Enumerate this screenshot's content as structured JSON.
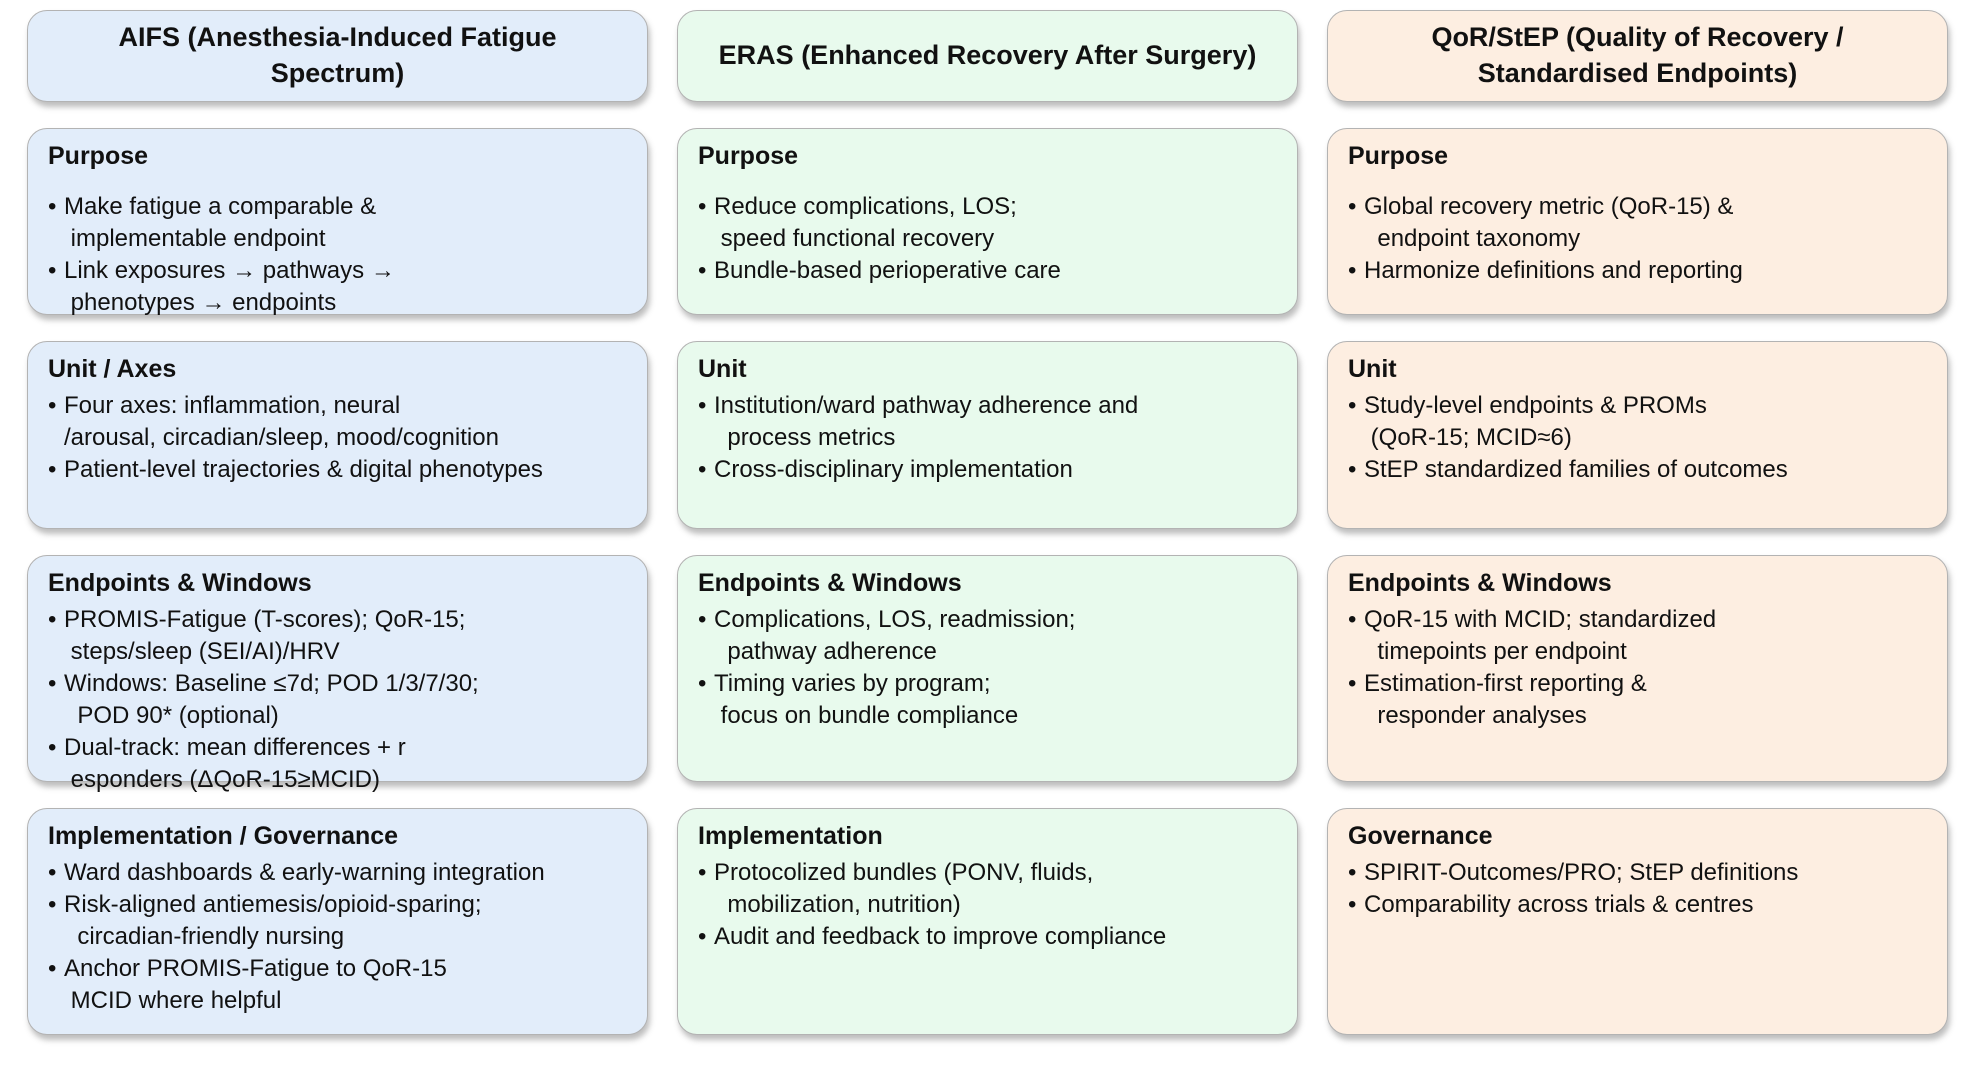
{
  "bullet_char": "•",
  "palette": {
    "aifs_fill": "#e2edfa",
    "eras_fill": "#e8faed",
    "qor_fill": "#fdeee1",
    "card_border": "#b3b3b3",
    "text": "#111111",
    "page_background": "#ffffff"
  },
  "columns": [
    {
      "id": "aifs",
      "header": "AIFS (Anesthesia-Induced Fatigue\nSpectrum)",
      "sections": [
        {
          "title": "Purpose",
          "bullets": [
            "Make fatigue a comparable &\n implementable endpoint",
            "Link exposures → pathways →\n phenotypes → endpoints"
          ]
        },
        {
          "title": "Unit / Axes",
          "bullets": [
            "Four axes: inflammation, neural\n/arousal, circadian/sleep, mood/cognition",
            "Patient-level trajectories & digital phenotypes"
          ]
        },
        {
          "title": "Endpoints & Windows",
          "bullets": [
            "PROMIS-Fatigue (T-scores); QoR-15;\n steps/sleep (SEI/AI)/HRV",
            "Windows: Baseline ≤7d; POD 1/3/7/30;\n  POD 90* (optional)",
            "Dual-track: mean differences + r\n esponders (ΔQoR-15≥MCID)"
          ]
        },
        {
          "title": "Implementation / Governance",
          "bullets": [
            "Ward dashboards & early-warning integration",
            "Risk-aligned antiemesis/opioid-sparing;\n  circadian-friendly nursing",
            "Anchor PROMIS-Fatigue to QoR-15\n MCID where helpful"
          ]
        }
      ]
    },
    {
      "id": "eras",
      "header": "ERAS (Enhanced Recovery After Surgery)",
      "sections": [
        {
          "title": "Purpose",
          "bullets": [
            "Reduce complications, LOS;\n speed functional recovery",
            "Bundle-based perioperative care"
          ]
        },
        {
          "title": "Unit",
          "bullets": [
            "Institution/ward pathway adherence and\n  process metrics",
            "Cross-disciplinary implementation"
          ]
        },
        {
          "title": "Endpoints & Windows",
          "bullets": [
            "Complications, LOS, readmission;\n  pathway adherence",
            "Timing varies by program;\n focus on bundle compliance"
          ]
        },
        {
          "title": "Implementation",
          "bullets": [
            "Protocolized bundles (PONV, fluids,\n  mobilization, nutrition)",
            "Audit and feedback to improve compliance"
          ]
        }
      ]
    },
    {
      "id": "qor-step",
      "header": "QoR/StEP (Quality of Recovery /\nStandardised Endpoints)",
      "sections": [
        {
          "title": "Purpose",
          "bullets": [
            "Global recovery metric (QoR-15) &\n  endpoint taxonomy",
            "Harmonize definitions and reporting"
          ]
        },
        {
          "title": "Unit",
          "bullets": [
            "Study-level endpoints & PROMs\n (QoR-15; MCID≈6)",
            "StEP standardized families of outcomes"
          ]
        },
        {
          "title": "Endpoints & Windows",
          "bullets": [
            "QoR-15 with MCID; standardized\n  timepoints per endpoint",
            "Estimation-first reporting &\n  responder analyses"
          ]
        },
        {
          "title": "Governance",
          "bullets": [
            "SPIRIT-Outcomes/PRO; StEP definitions",
            "Comparability across trials & centres"
          ]
        }
      ]
    }
  ]
}
